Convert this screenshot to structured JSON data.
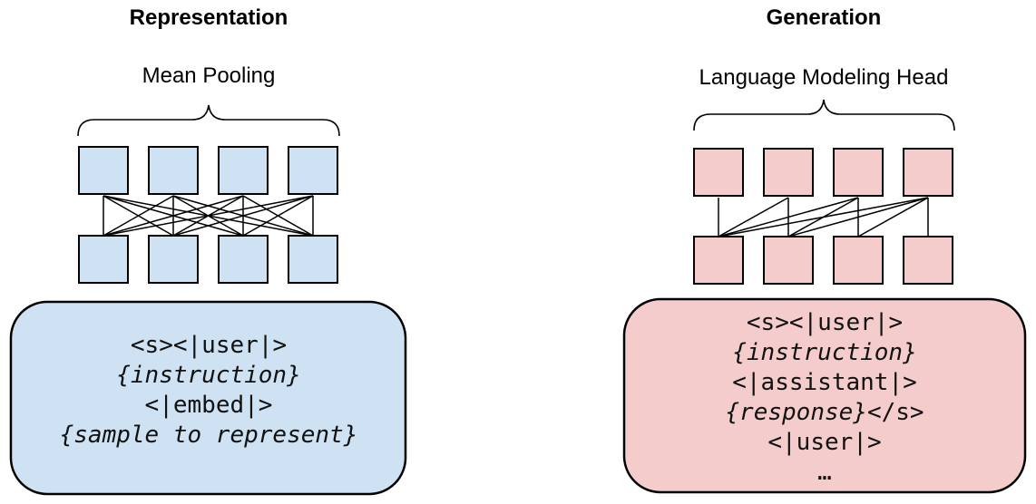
{
  "left": {
    "title": "Representation",
    "head_label": "Mean Pooling",
    "color": "#cfe2f3",
    "attention": "bidirectional",
    "prompt_lines": [
      [
        {
          "text": "<s><|user|>",
          "italic": false
        }
      ],
      [
        {
          "text": "{instruction}",
          "italic": true
        }
      ],
      [
        {
          "text": "<|embed|>",
          "italic": false
        }
      ],
      [
        {
          "text": "{sample to represent}",
          "italic": true
        }
      ]
    ]
  },
  "right": {
    "title": "Generation",
    "head_label": "Language Modeling Head",
    "color": "#f4cccc",
    "attention": "causal",
    "prompt_lines": [
      [
        {
          "text": "<s><|user|>",
          "italic": false
        }
      ],
      [
        {
          "text": "{instruction}",
          "italic": true
        }
      ],
      [
        {
          "text": "<|assistant|>",
          "italic": false
        }
      ],
      [
        {
          "text": "{response}",
          "italic": true
        },
        {
          "text": "</s>",
          "italic": false
        }
      ],
      [
        {
          "text": "<|user|>",
          "italic": false
        }
      ],
      [
        {
          "text": "…",
          "italic": false
        }
      ]
    ]
  }
}
